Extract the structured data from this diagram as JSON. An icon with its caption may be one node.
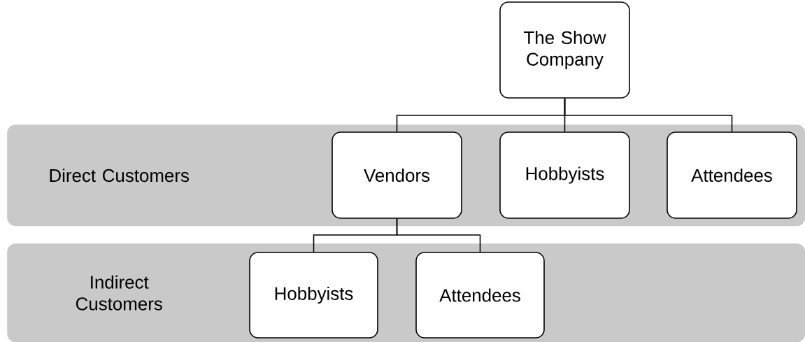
{
  "diagram": {
    "nodes": [
      {
        "text": [
          "The Show Company"
        ]
      },
      {
        "text": [
          "Direct Customers"
        ]
      },
      {
        "text": [
          "Vendors"
        ],
        "in": 1
      },
      {
        "text": [
          "Hobbyists"
        ],
        "in": 1
      },
      {
        "text": [
          "Attendees"
        ],
        "in": 1
      },
      {
        "text": [
          "Indirect Customers"
        ]
      },
      {
        "text": [
          "Hobbyists"
        ],
        "in": 5
      },
      {
        "text": [
          "Attendees"
        ],
        "in": 5
      }
    ],
    "edges": [
      {
        "from": 0,
        "to": 2,
        "arrow": "none"
      },
      {
        "from": 0,
        "to": 3,
        "arrow": "none"
      },
      {
        "from": 0,
        "to": 4,
        "arrow": "none"
      },
      {
        "from": 2,
        "to": 6,
        "arrow": "none"
      },
      {
        "from": 2,
        "to": 7,
        "arrow": "none"
      }
    ]
  }
}
